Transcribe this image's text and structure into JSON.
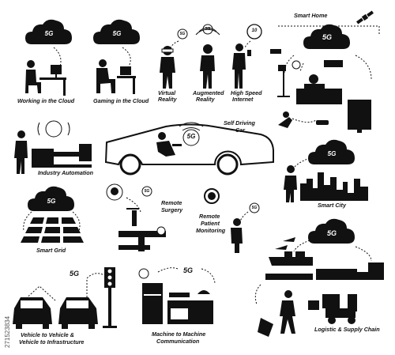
{
  "stock_id": "271523834",
  "badge": "5G",
  "labels": {
    "working_cloud": "Working in the Cloud",
    "gaming_cloud": "Gaming in the Cloud",
    "virtual_reality_1": "Virtual",
    "virtual_reality_2": "Reality",
    "augmented_reality_1": "Augmented",
    "augmented_reality_2": "Reality",
    "high_speed_1": "High Speed",
    "high_speed_2": "Internet",
    "speed_value": "10",
    "smart_home": "Smart Home",
    "self_driving_1": "Self Driving",
    "self_driving_2": "Car",
    "industry_automation": "Industry Automation",
    "smart_city": "Smart City",
    "remote_surgery_1": "Remote",
    "remote_surgery_2": "Surgery",
    "remote_patient_1": "Remote",
    "remote_patient_2": "Patient",
    "remote_patient_3": "Monitoring",
    "smart_grid": "Smart Grid",
    "v2v_1": "Vehicle to Vehicle &",
    "v2v_2": "Vehicle to Infrastructure",
    "m2m_1": "Machine to Machine",
    "m2m_2": "Communication",
    "logistic": "Logistic & Supply Chain"
  }
}
